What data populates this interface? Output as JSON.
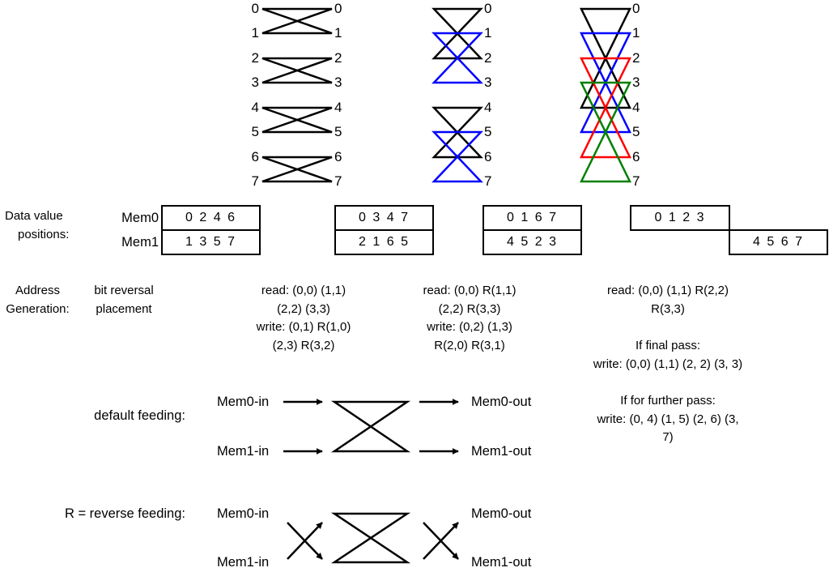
{
  "colors": {
    "black": "#000000",
    "blue": "#0000ff",
    "red": "#ff0000",
    "green": "#008000"
  },
  "butterfly": {
    "stage1_left": [
      "0",
      "1",
      "2",
      "3",
      "4",
      "5",
      "6",
      "7"
    ],
    "stage1_right": [
      "0",
      "1",
      "2",
      "3",
      "4",
      "5",
      "6",
      "7"
    ],
    "stage2_right": [
      "0",
      "1",
      "2",
      "3",
      "4",
      "5",
      "6",
      "7"
    ],
    "stage3_right": [
      "0",
      "1",
      "2",
      "3",
      "4",
      "5",
      "6",
      "7"
    ]
  },
  "data_positions": {
    "label_line1": "Data value",
    "label_line2": "positions:",
    "mem0_label": "Mem0",
    "mem1_label": "Mem1",
    "stages": [
      {
        "mem0": "0 2 4 6",
        "mem1": "1 3 5 7"
      },
      {
        "mem0": "0 3 4 7",
        "mem1": "2 1 6 5"
      },
      {
        "mem0": "0 1 6 7",
        "mem1": "4 5 2 3"
      },
      {
        "mem0": "0 1 2 3",
        "mem1": "4 5 6 7"
      }
    ]
  },
  "address_generation": {
    "label_line1": "Address",
    "label_line2": "Generation:",
    "col1": [
      "bit reversal",
      "placement"
    ],
    "col2": [
      "read: (0,0) (1,1)",
      "(2,2) (3,3)",
      "write: (0,1) R(1,0)",
      "(2,3) R(3,2)"
    ],
    "col3": [
      "read: (0,0) R(1,1)",
      "(2,2) R(3,3)",
      "write: (0,2) (1,3)",
      "R(2,0) R(3,1)"
    ],
    "col4_read": [
      "read: (0,0) (1,1) R(2,2)",
      "R(3,3)"
    ],
    "col4_final": [
      "If final pass:",
      "write: (0,0) (1,1) (2, 2) (3, 3)"
    ],
    "col4_further": [
      "If for further pass:",
      "write: (0, 4) (1, 5) (2, 6) (3,",
      "7)"
    ]
  },
  "feeding": {
    "default_label": "default feeding:",
    "reverse_label": "R = reverse feeding:",
    "mem0_in": "Mem0-in",
    "mem1_in": "Mem1-in",
    "mem0_out": "Mem0-out",
    "mem1_out": "Mem1-out"
  }
}
